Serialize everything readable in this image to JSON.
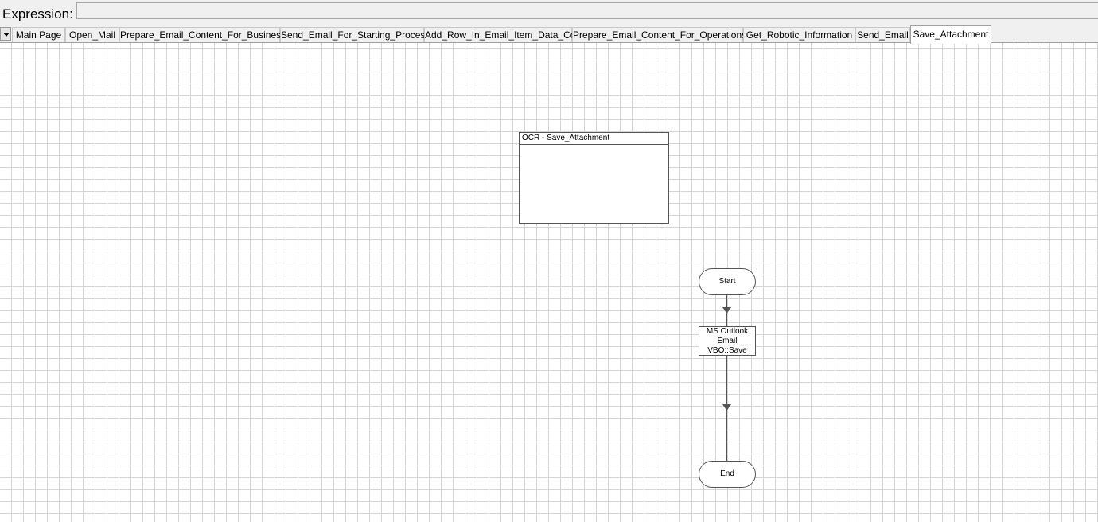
{
  "expression": {
    "label": "Expression:",
    "value": ""
  },
  "tabs": [
    {
      "label": "Main Page",
      "active": false
    },
    {
      "label": "Open_Mail",
      "active": false
    },
    {
      "label": "Prepare_Email_Content_For_Business",
      "active": false
    },
    {
      "label": "Send_Email_For_Starting_Process",
      "active": false
    },
    {
      "label": "Add_Row_In_Email_Item_Data_Col",
      "active": false
    },
    {
      "label": "Prepare_Email_Content_For_Operations",
      "active": false
    },
    {
      "label": "Get_Robotic_Information",
      "active": false
    },
    {
      "label": "Send_Email",
      "active": false
    },
    {
      "label": "Save_Attachment",
      "active": true
    }
  ],
  "diagram": {
    "note": {
      "title": "OCR - Save_Attachment"
    },
    "start": {
      "label": "Start"
    },
    "action": {
      "label": "MS Outlook Email VBO::Save Attachment"
    },
    "end": {
      "label": "End"
    }
  },
  "colors": {
    "toolbar_bg": "#f0f0f0",
    "grid_line": "#d4d4d4",
    "shape_border": "#555555",
    "connector": "#555555"
  }
}
